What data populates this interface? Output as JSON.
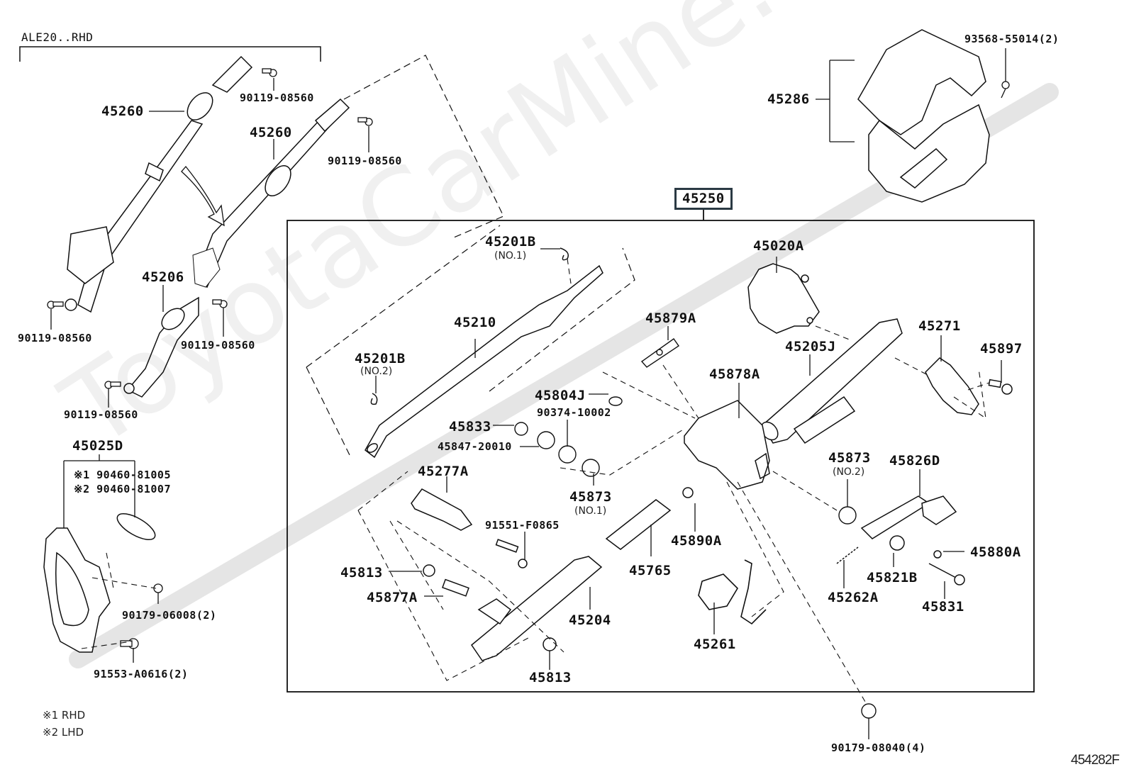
{
  "diagram": {
    "title": "ALE20..RHD",
    "reference_code": "454282F",
    "watermark_text": "ToyotaCarMine.ru",
    "assembly": {
      "part_no": "45250"
    },
    "footnotes": [
      {
        "mark": "※1",
        "text": "RHD"
      },
      {
        "mark": "※2",
        "text": "LHD"
      }
    ],
    "parts": {
      "shaft_upper_rhd": "45260",
      "shaft_alt": "45260",
      "bolt_a": "90119-08560",
      "bolt_b": "90119-08560",
      "bolt_c": "90119-08560",
      "bolt_d": "90119-08560",
      "bolt_e": "90119-08560",
      "joint_intermediate": "45206",
      "hole_cover": "45025D",
      "clamp_rhd": "※1 90460-81005",
      "clamp_lhd": "※2 90460-81007",
      "nut_cover": "90179-06008(2)",
      "bolt_cover": "91553-A0616(2)",
      "column_cover": "45286",
      "cover_screw": "93568-55014(2)",
      "snap_ring_1": "45201B",
      "snap_ring_1_note": "(NO.1)",
      "snap_ring_2": "45201B",
      "snap_ring_2_note": "(NO.2)",
      "main_shaft": "45210",
      "key_cylinder_housing": "45020A",
      "plate": "45879A",
      "column_tube": "45205J",
      "bracket_upper": "45271",
      "bolt_upper": "45897",
      "bracket_tilt": "45878A",
      "bushing_j": "45804J",
      "washer": "90374-10002",
      "bolt_45833": "45833",
      "washer_45847": "45847-20010",
      "nut_45873_1": "45873",
      "nut_45873_1_note": "(NO.1)",
      "nut_45873_2": "45873",
      "nut_45873_2_note": "(NO.2)",
      "lever_tilt": "45826D",
      "support_bracket": "45277A",
      "bolt_91551": "91551-F0865",
      "bushing_45813_a": "45813",
      "pin_45877a": "45877A",
      "lower_tube": "45204",
      "bushing_45813_b": "45813",
      "sleeve": "45765",
      "pin_45890a": "45890A",
      "spring_set": "45261",
      "spring": "45262A",
      "stopper": "45821B",
      "bolt_45880a": "45880A",
      "tilt_bolt": "45831",
      "nut_bottom": "90179-08040(4)"
    }
  }
}
